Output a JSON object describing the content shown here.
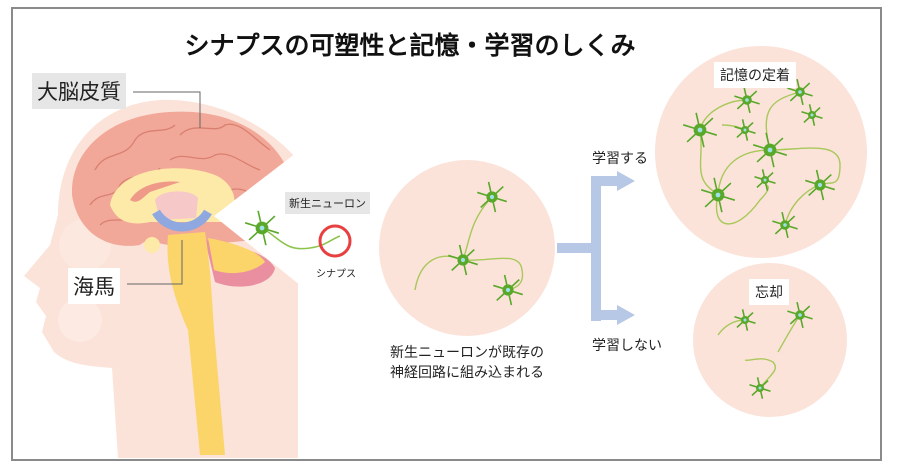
{
  "title": "シナプスの可塑性と記憶・学習のしくみ",
  "labels": {
    "cortex": "大脳皮質",
    "hippocampus": "海馬",
    "new_neuron": "新生ニューロン",
    "synapse": "シナプス",
    "integration_line1": "新生ニューロンが既存の",
    "integration_line2": "神経回路に組み込まれる",
    "learn": "学習する",
    "no_learn": "学習しない",
    "consolidation": "記憶の定着",
    "forgetting": "忘却"
  },
  "colors": {
    "skin": "#fbe3d9",
    "brain": "#f2a898",
    "yellow": "#fbd56a",
    "hippocampus": "#8fa8e0",
    "arrow": "#b7c7e6",
    "circle": "#fbe3d9",
    "neuron": "#5aa82a",
    "synapse_ring": "#e84040"
  }
}
